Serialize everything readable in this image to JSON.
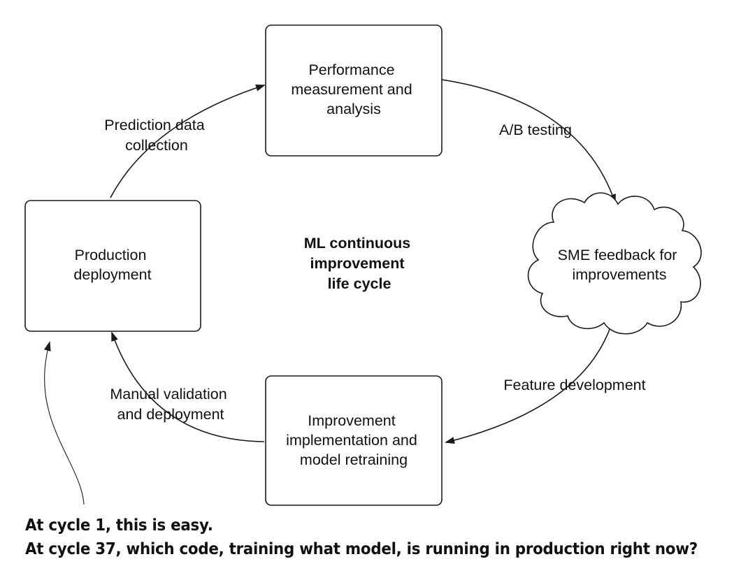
{
  "diagram": {
    "center_title": [
      "ML continuous",
      "improvement",
      "life cycle"
    ],
    "nodes": {
      "performance": [
        "Performance",
        "measurement and",
        "analysis"
      ],
      "sme_feedback": [
        "SME feedback for",
        "improvements"
      ],
      "improvement": [
        "Improvement",
        "implementation and",
        "model retraining"
      ],
      "production": [
        "Production",
        "deployment"
      ]
    },
    "edges": {
      "prediction_data": [
        "Prediction data",
        "collection"
      ],
      "ab_testing": [
        "A/B testing"
      ],
      "feature_development": [
        "Feature development"
      ],
      "manual_validation": [
        "Manual validation",
        "and deployment"
      ]
    }
  },
  "callout": {
    "line1": "At cycle 1, this is easy.",
    "line2": "At cycle 37, which code, training what model, is running in production right now?"
  }
}
